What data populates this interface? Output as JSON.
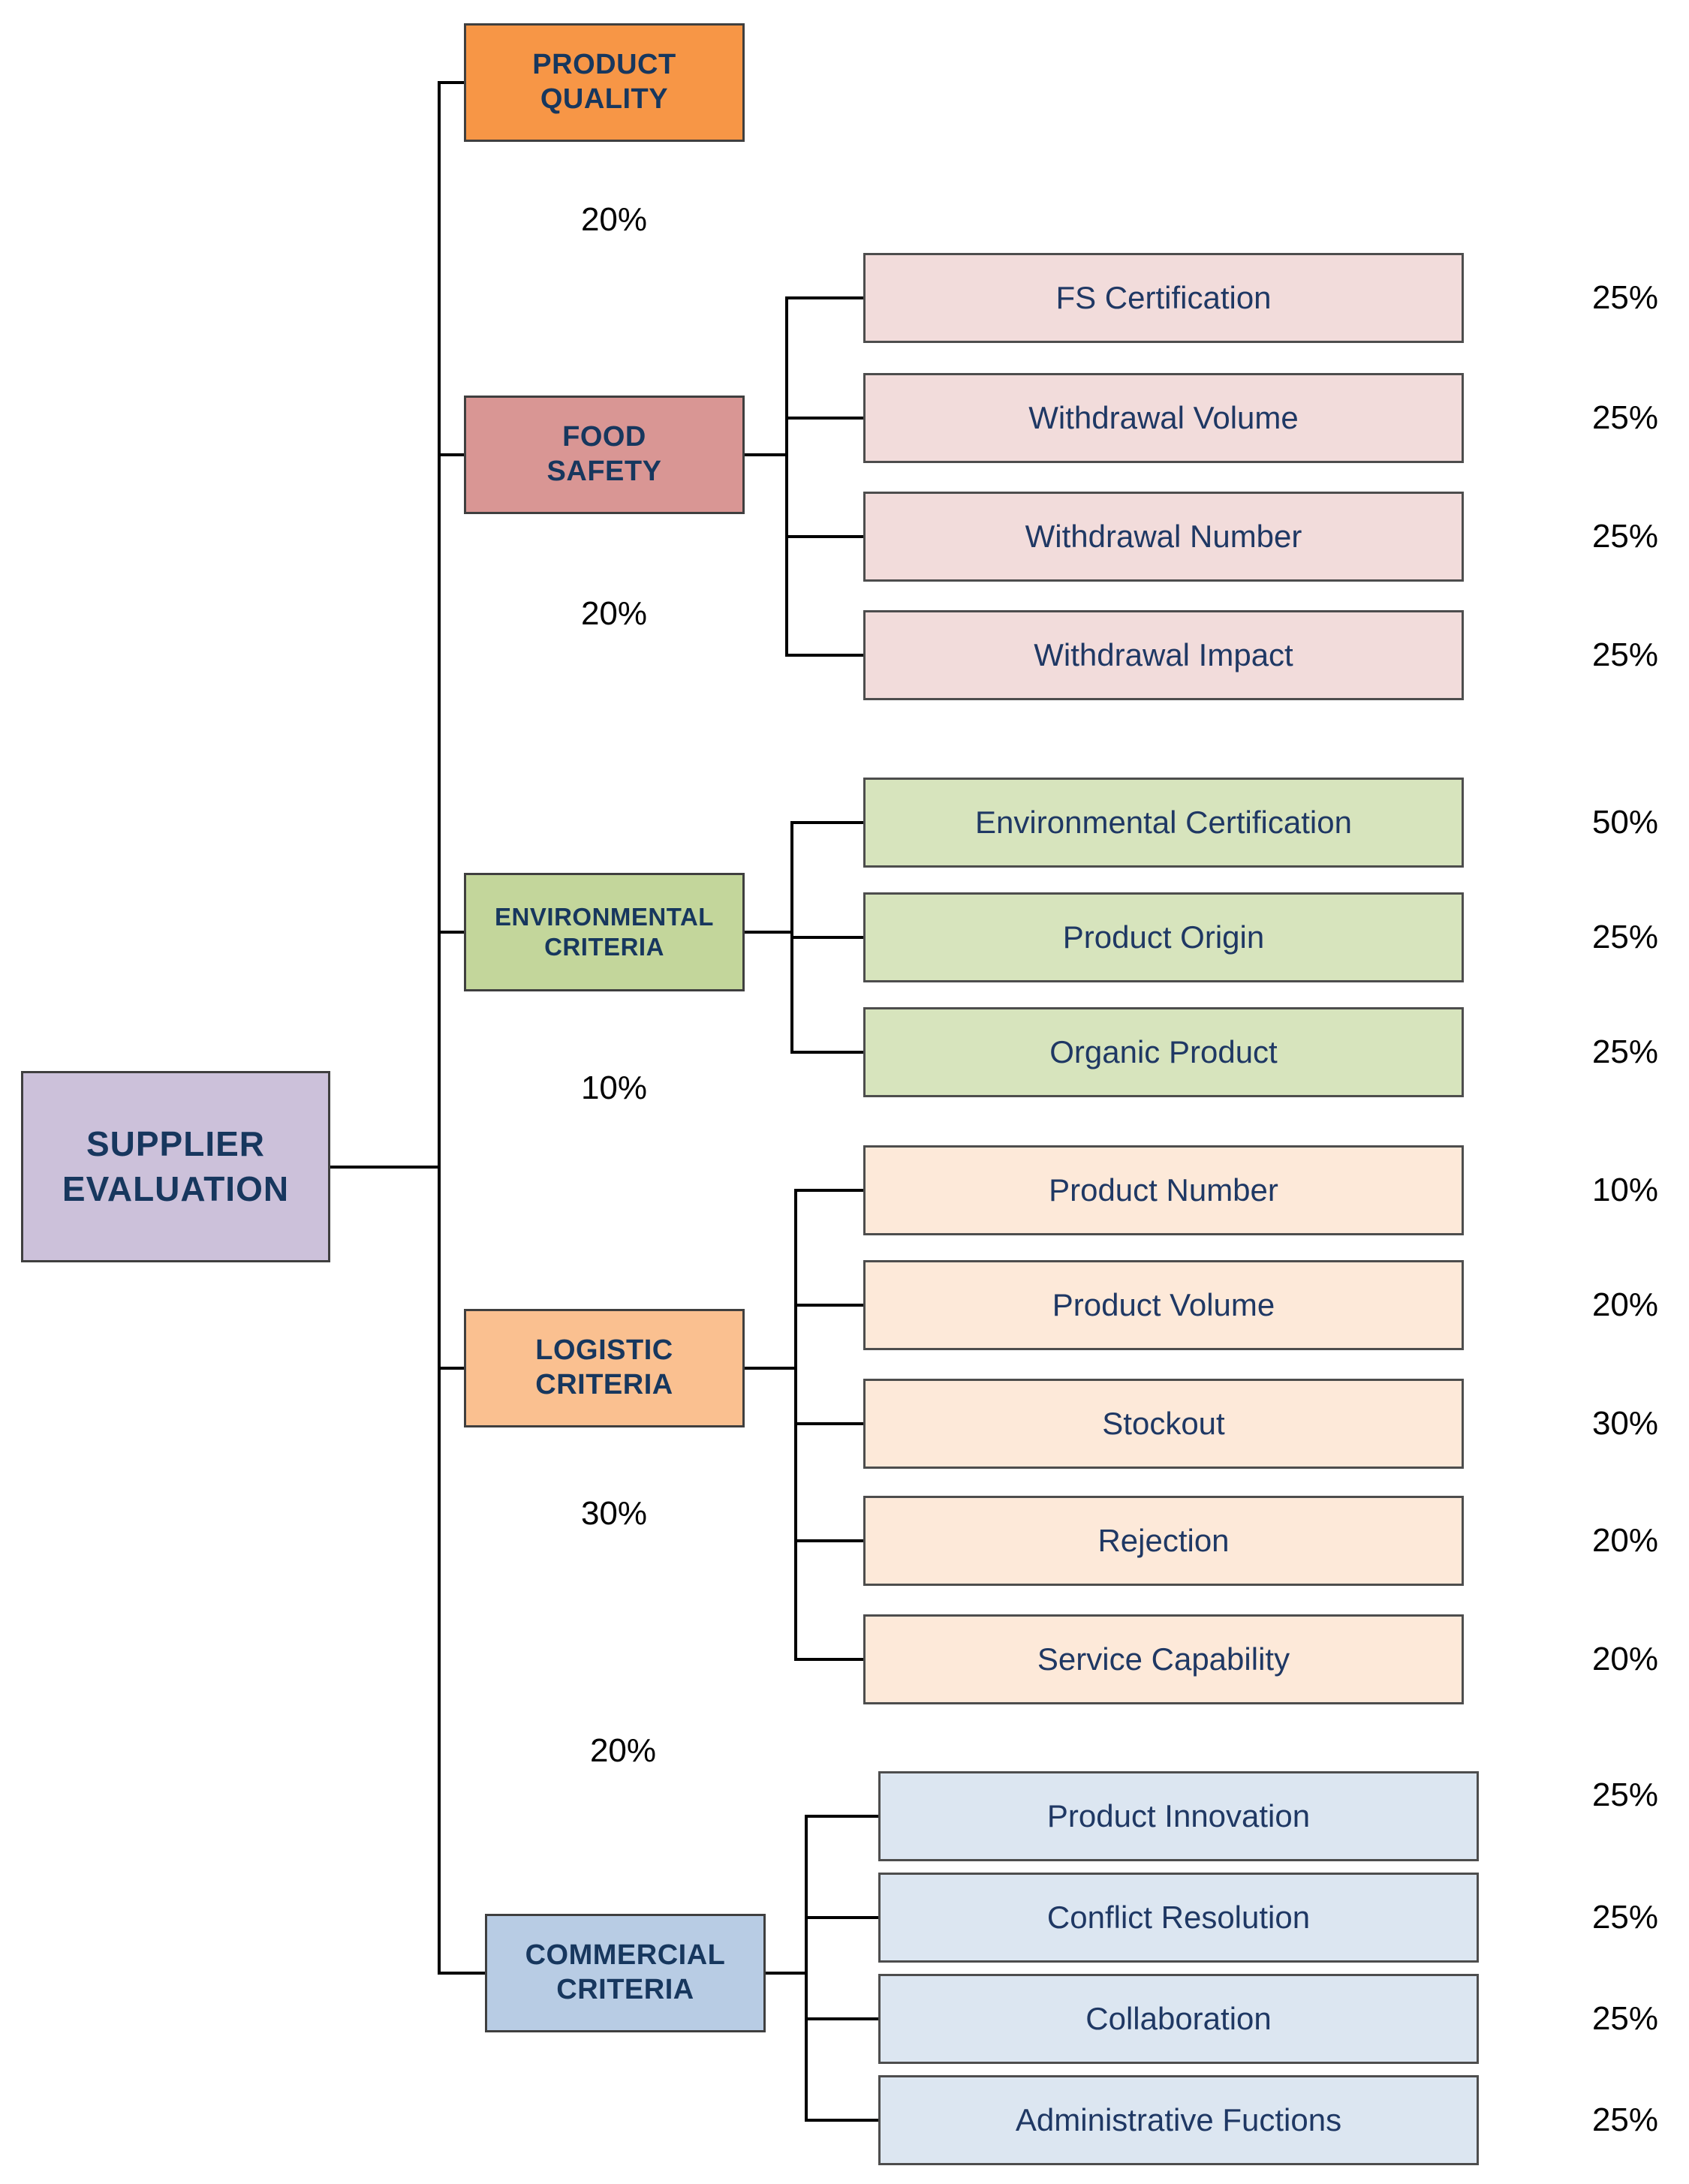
{
  "root": {
    "label": "SUPPLIER\nEVALUATION",
    "color": "#CCC1DA"
  },
  "categories": [
    {
      "label": "PRODUCT\nQUALITY",
      "weight": "20%",
      "color": "#F79646",
      "child_color": null,
      "children": []
    },
    {
      "label": "FOOD\nSAFETY",
      "weight": "20%",
      "color": "#D99694",
      "child_color": "#F2DCDB",
      "children": [
        {
          "label": "FS Certification",
          "weight": "25%"
        },
        {
          "label": "Withdrawal Volume",
          "weight": "25%"
        },
        {
          "label": "Withdrawal Number",
          "weight": "25%"
        },
        {
          "label": "Withdrawal Impact",
          "weight": "25%"
        }
      ]
    },
    {
      "label": "ENVIRONMENTAL\nCRITERIA",
      "weight": "10%",
      "color": "#C3D69B",
      "child_color": "#D7E4BD",
      "children": [
        {
          "label": "Environmental Certification",
          "weight": "50%"
        },
        {
          "label": "Product Origin",
          "weight": "25%"
        },
        {
          "label": "Organic Product",
          "weight": "25%"
        }
      ]
    },
    {
      "label": "LOGISTIC\nCRITERIA",
      "weight": "30%",
      "color": "#FAC090",
      "child_color": "#FDE9D9",
      "children": [
        {
          "label": "Product Number",
          "weight": "10%"
        },
        {
          "label": "Product Volume",
          "weight": "20%"
        },
        {
          "label": "Stockout",
          "weight": "30%"
        },
        {
          "label": "Rejection",
          "weight": "20%"
        },
        {
          "label": "Service Capability",
          "weight": "20%"
        }
      ]
    },
    {
      "label": "COMMERCIAL\nCRITERIA",
      "weight": "20%",
      "color": "#B8CCE4",
      "child_color": "#DCE6F1",
      "children": [
        {
          "label": "Product Innovation",
          "weight": "25%"
        },
        {
          "label": "Conflict Resolution",
          "weight": "25%"
        },
        {
          "label": "Collaboration",
          "weight": "25%"
        },
        {
          "label": "Administrative Fuctions",
          "weight": "25%"
        }
      ]
    }
  ],
  "styles": {
    "line_color": "#000000",
    "heading_text_color": "#17375E",
    "child_text_color": "#1F3864",
    "percent_text_color": "#000000",
    "background": "#FFFFFF"
  }
}
